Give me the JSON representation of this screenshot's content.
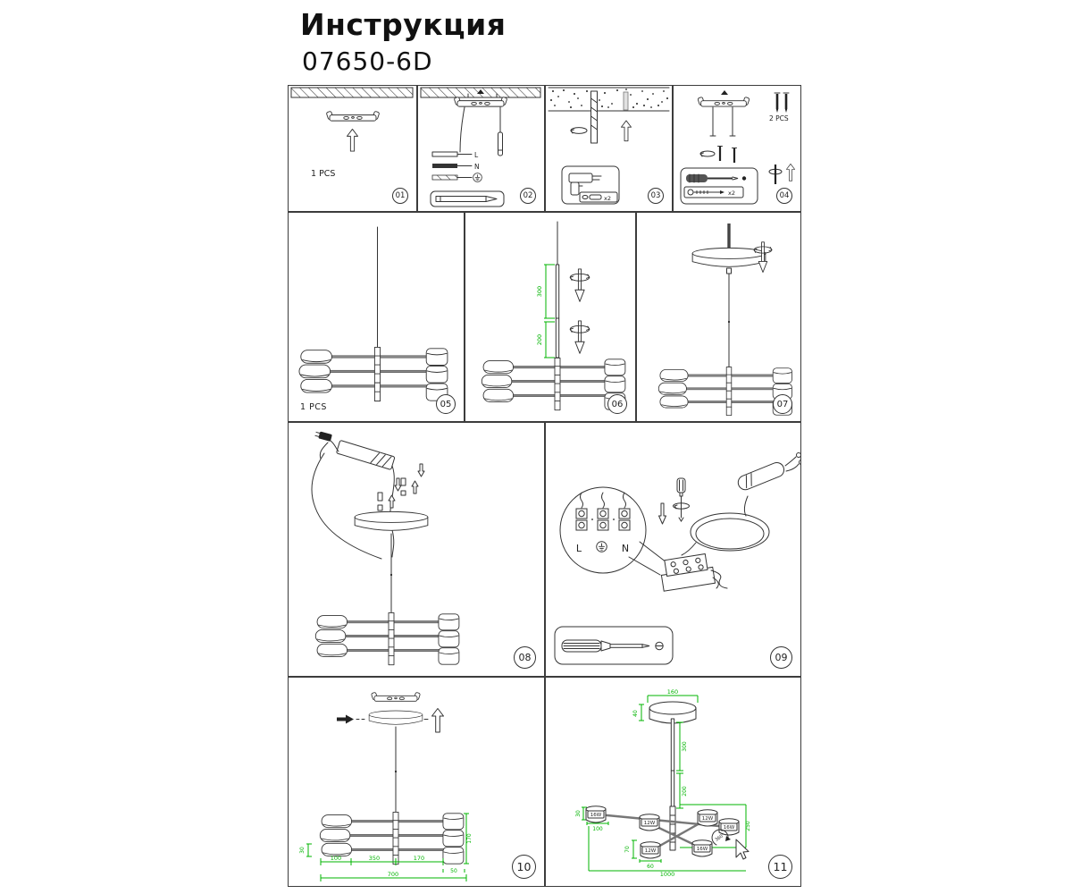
{
  "header": {
    "title": "Инструкция",
    "model": "07650-6D"
  },
  "colors": {
    "ink": "#333333",
    "dimension_green": "#00b400"
  },
  "panels": {
    "p01": {
      "number": "01",
      "pcs_label": "1 PCS"
    },
    "p02": {
      "number": "02",
      "legend": {
        "live": "L",
        "neutral": "N"
      }
    },
    "p03": {
      "number": "03",
      "anchor_qty": "x2"
    },
    "p04": {
      "number": "04",
      "pcs_label": "2 PCS",
      "screw_qty": "x2"
    },
    "p05": {
      "number": "05",
      "pcs_label": "1 PCS"
    },
    "p06": {
      "number": "06",
      "dims": {
        "rod_upper": "300",
        "rod_lower": "200"
      }
    },
    "p07": {
      "number": "07"
    },
    "p08": {
      "number": "08"
    },
    "p09": {
      "number": "09",
      "terminals": {
        "live": "L",
        "neutral": "N"
      }
    },
    "p10": {
      "number": "10",
      "dims": {
        "head_height": "30",
        "seg_head": "100",
        "seg_mid": "350",
        "seg_right": "170",
        "stack_height": "170",
        "stack_width": "50",
        "total_width": "700"
      }
    },
    "p11": {
      "number": "11",
      "rotation_label": "360°",
      "dims": {
        "canopy_width": "160",
        "canopy_height": "40",
        "rod_upper": "300",
        "rod_lower": "200",
        "head_height": "30",
        "head_length": "100",
        "arm_drop": "250",
        "lower_head_height": "70",
        "lower_head_length": "60",
        "total_width": "1000"
      },
      "watts": {
        "left": "16W",
        "upper_mid": "12W",
        "right": "12W",
        "far_right": "16W",
        "lower_mid": "16W",
        "bottom": "12W"
      }
    }
  }
}
